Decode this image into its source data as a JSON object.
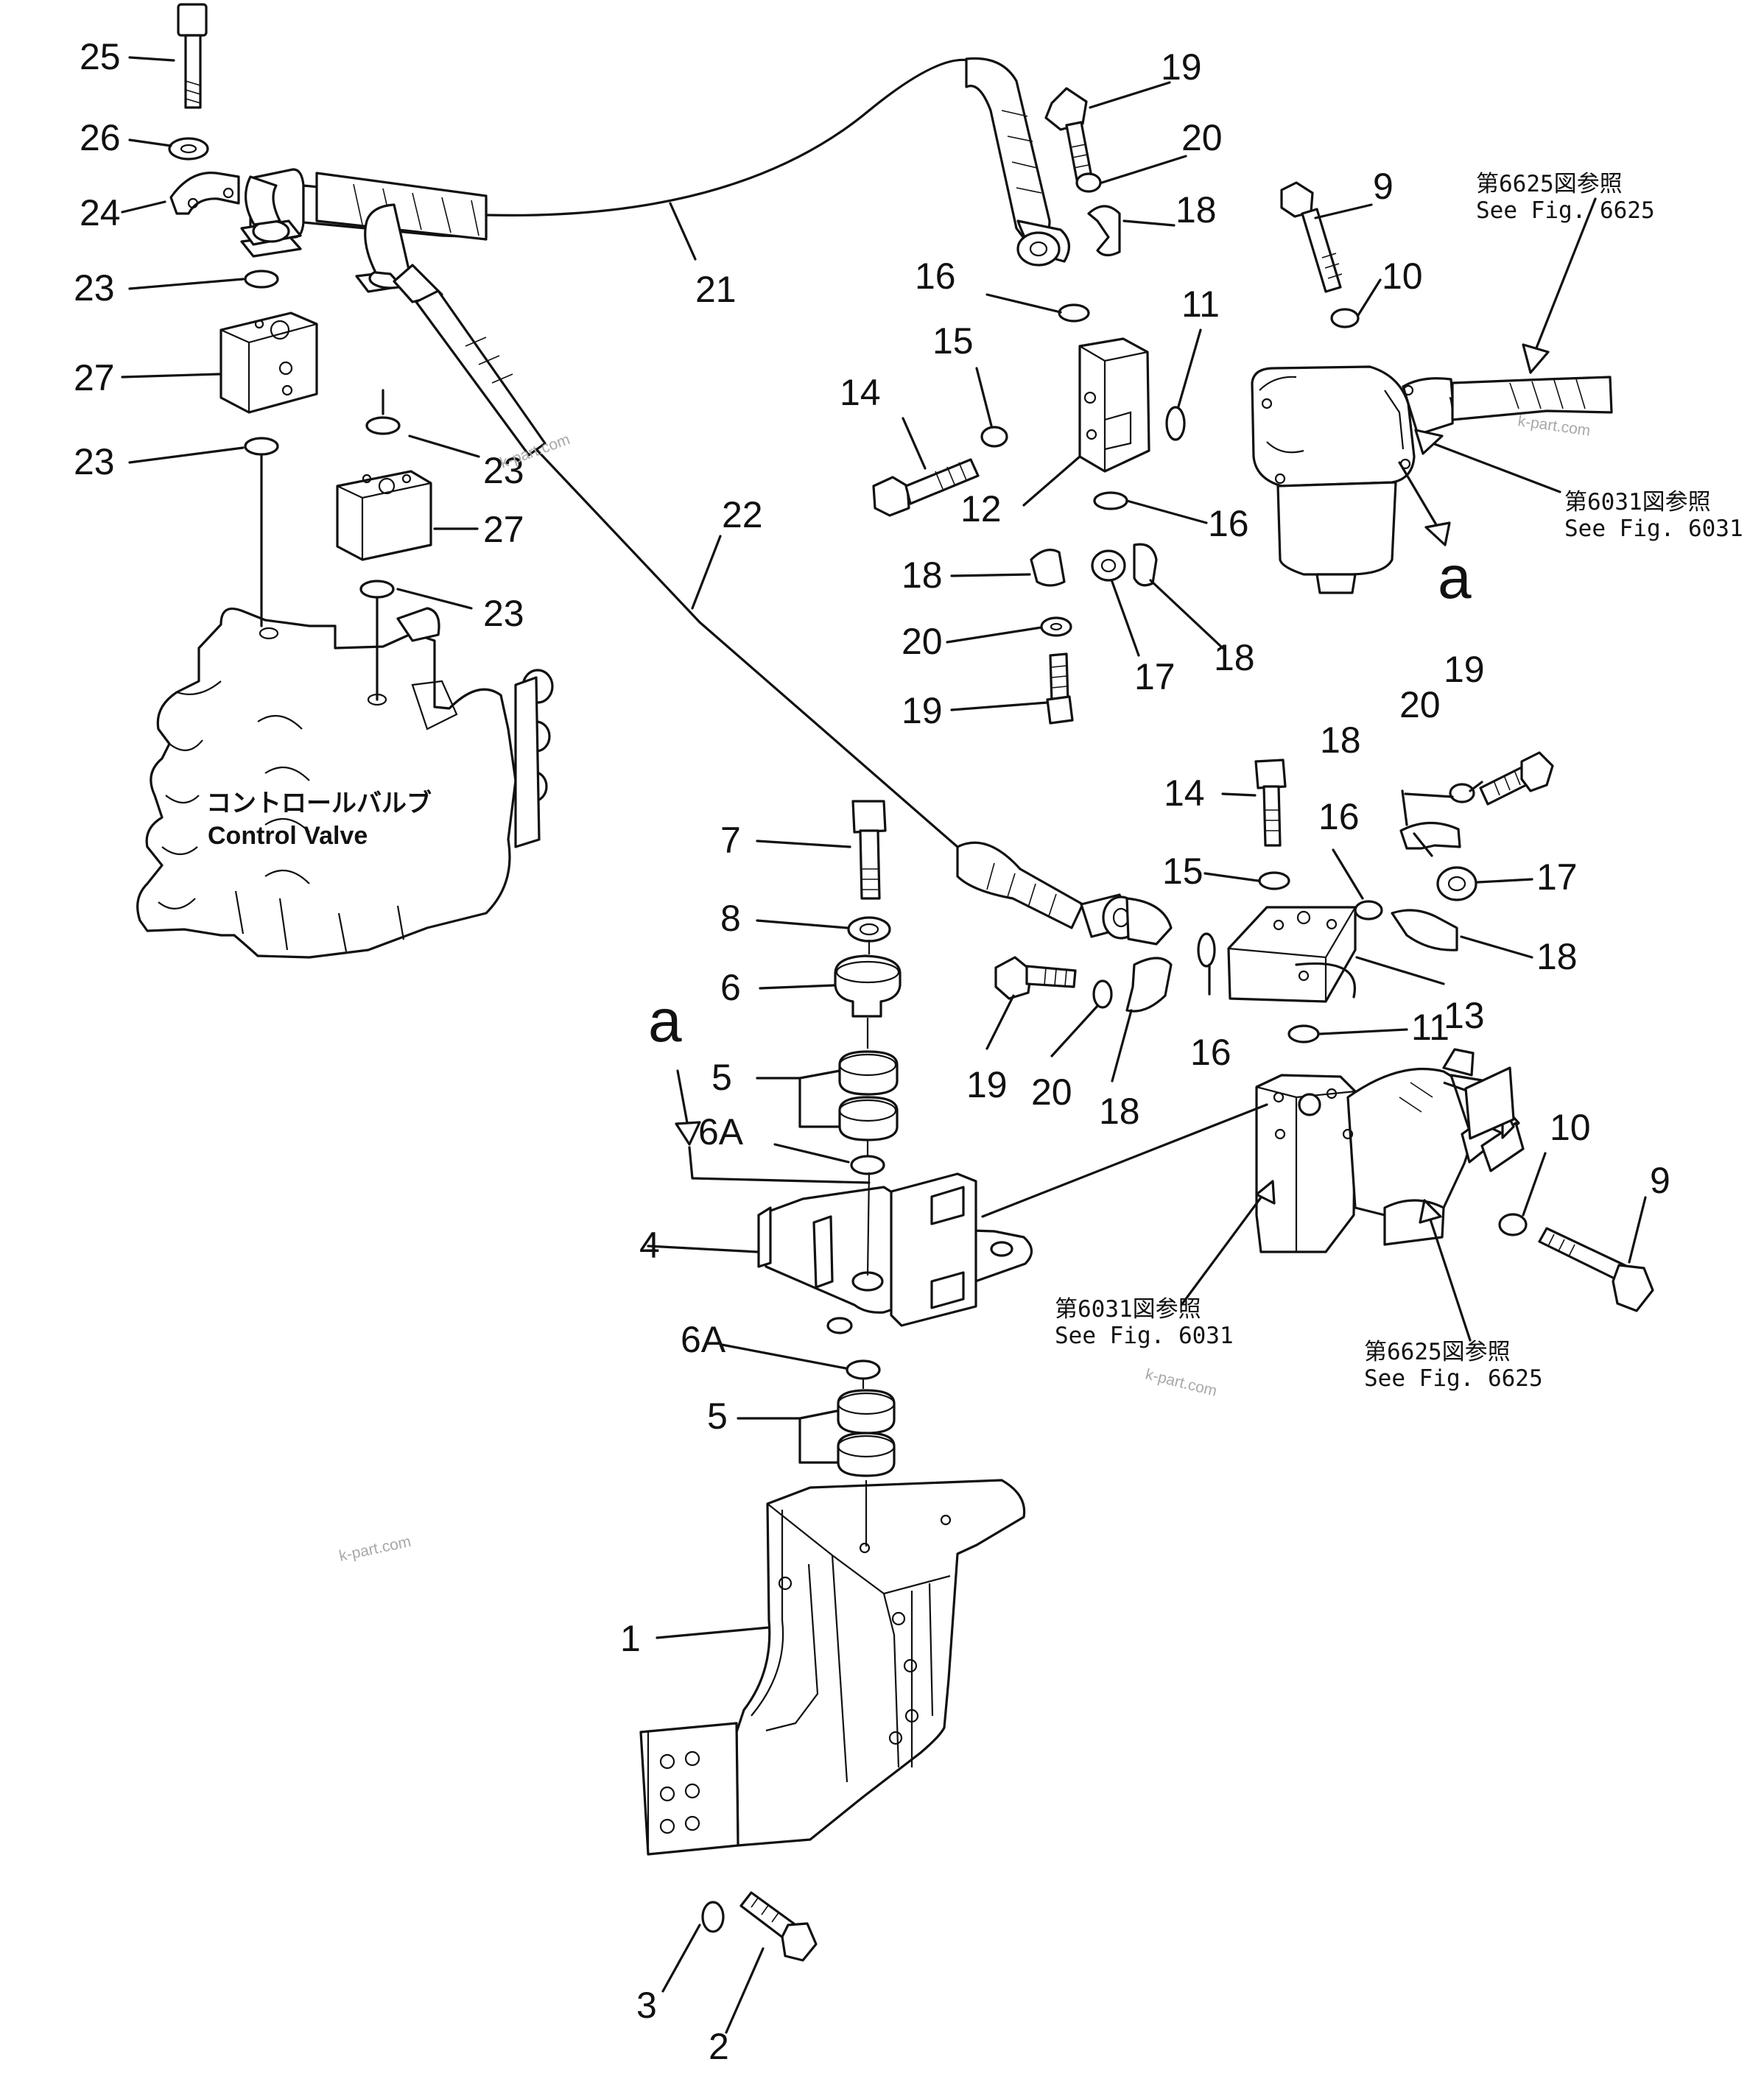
{
  "callouts": [
    "25",
    "26",
    "24",
    "23",
    "27",
    "23",
    "23",
    "27",
    "23",
    "21",
    "22",
    "19",
    "20",
    "18",
    "16",
    "15",
    "14",
    "12",
    "11",
    "16",
    "9",
    "10",
    "18",
    "20",
    "19",
    "17",
    "18",
    "7",
    "8",
    "6",
    "5",
    "6A",
    "4",
    "6A",
    "5",
    "1",
    "3",
    "2",
    "14",
    "15",
    "16",
    "20",
    "19",
    "18",
    "17",
    "18",
    "13",
    "11",
    "16",
    "19",
    "20",
    "18",
    "10",
    "9"
  ],
  "view_marks": [
    "a",
    "a"
  ],
  "control_valve": {
    "jp": "コントロールバルブ",
    "en": "Control Valve"
  },
  "refs": [
    {
      "jp": "第6625図参照",
      "en": "See Fig. 6625"
    },
    {
      "jp": "第6031図参照",
      "en": "See Fig. 6031"
    },
    {
      "jp": "第6031図参照",
      "en": "See Fig. 6031"
    },
    {
      "jp": "第6625図参照",
      "en": "See Fig. 6625"
    }
  ],
  "watermarks": [
    "k-part.com",
    "k-part.com",
    "k-part.com",
    "k-part.com"
  ]
}
